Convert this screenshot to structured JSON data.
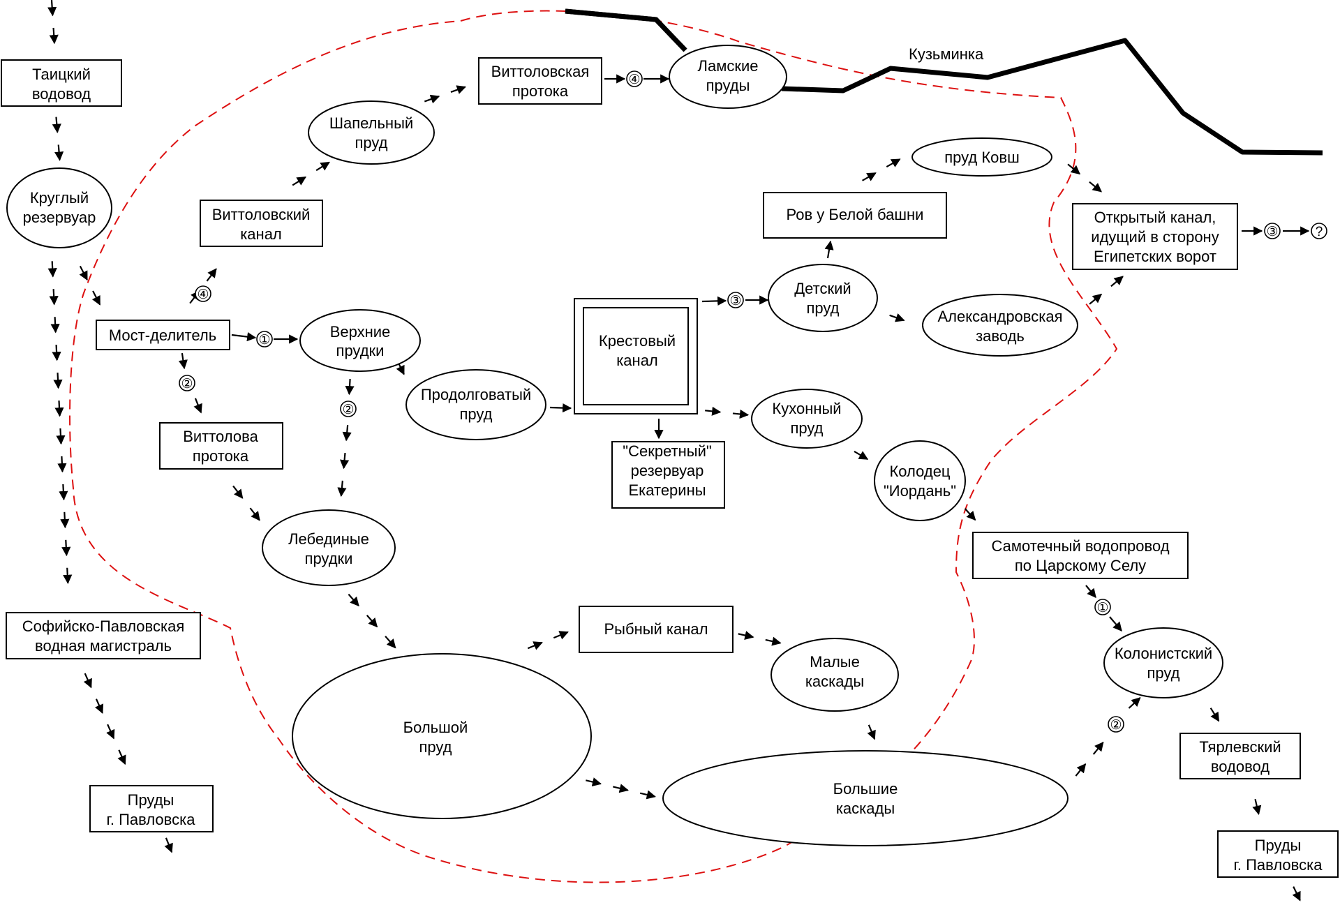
{
  "nodes": {
    "taitsky": {
      "lines": [
        "Таицкий",
        "водовод"
      ]
    },
    "krugly": {
      "lines": [
        "Круглый",
        "резервуар"
      ]
    },
    "most": {
      "lines": [
        "Мост-делитель"
      ]
    },
    "vittolovsky": {
      "lines": [
        "Виттоловский",
        "канал"
      ]
    },
    "shapelny": {
      "lines": [
        "Шапельный",
        "пруд"
      ]
    },
    "vittolovskaya": {
      "lines": [
        "Виттоловская",
        "протока"
      ]
    },
    "lamskie": {
      "lines": [
        "Ламские",
        "пруды"
      ]
    },
    "verkhnie": {
      "lines": [
        "Верхние",
        "прудки"
      ]
    },
    "vittolova": {
      "lines": [
        "Виттолова",
        "протока"
      ]
    },
    "prodolgovaty": {
      "lines": [
        "Продолговатый",
        "пруд"
      ]
    },
    "krestovy": {
      "lines": [
        "Крестовый",
        "канал"
      ]
    },
    "sekretny": {
      "lines": [
        "\"Секретный\"",
        "резервуар",
        "Екатерины"
      ]
    },
    "lebedinye": {
      "lines": [
        "Лебединые",
        "прудки"
      ]
    },
    "sofiysko": {
      "lines": [
        "Софийско-Павловская",
        "водная  магистраль"
      ]
    },
    "prudy1": {
      "lines": [
        "Пруды",
        "г. Павловска"
      ]
    },
    "bolshoy": {
      "lines": [
        "Большой",
        "пруд"
      ]
    },
    "rybny": {
      "lines": [
        "Рыбный канал"
      ]
    },
    "malye": {
      "lines": [
        "Малые",
        "каскады"
      ]
    },
    "bolshie": {
      "lines": [
        "Большие",
        "каскады"
      ]
    },
    "detsky": {
      "lines": [
        "Детский",
        "пруд"
      ]
    },
    "rov": {
      "lines": [
        "Ров у Белой башни"
      ]
    },
    "kovsh": {
      "lines": [
        "пруд Ковш"
      ]
    },
    "aleksandr": {
      "lines": [
        "Александровская",
        "заводь"
      ]
    },
    "kukhonny": {
      "lines": [
        "Кухонный",
        "пруд"
      ]
    },
    "kolodets": {
      "lines": [
        "Колодец",
        "\"Иордань\""
      ]
    },
    "otkryty": {
      "lines": [
        "Открытый канал,",
        "идущий в сторону",
        "Египетских ворот"
      ]
    },
    "samotechny": {
      "lines": [
        "Самотечный водопровод",
        "по Царскому Селу"
      ]
    },
    "kolonist": {
      "lines": [
        "Колонистский",
        "пруд"
      ]
    },
    "tyarlevsky": {
      "lines": [
        "Тярлевский",
        "водовод"
      ]
    },
    "prudy2": {
      "lines": [
        "Пруды",
        "г. Павловска"
      ]
    }
  },
  "labels": {
    "kuzminka": "Кузьминка"
  },
  "markers": {
    "m1": "①",
    "m2": "②",
    "m3": "③",
    "m4": "④",
    "unknown": "?"
  },
  "colors": {
    "boundary": "#dd1111",
    "river": "#000000"
  }
}
